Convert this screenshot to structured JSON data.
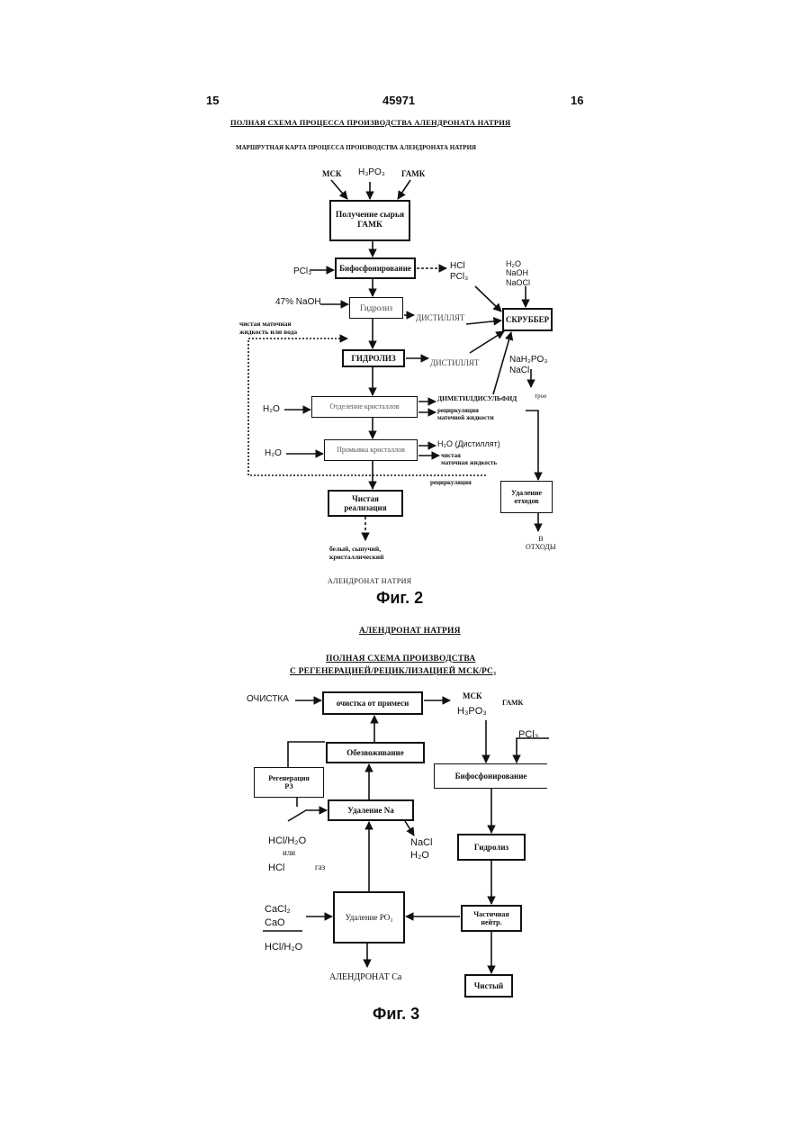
{
  "header": {
    "left_page": "15",
    "doc_number": "45971",
    "right_page": "16"
  },
  "fig2": {
    "title": "ПОЛНАЯ СХЕМА ПРОЦЕССА ПРОИЗВОДСТВА АЛЕНДРОНАТА НАТРИЯ",
    "subtitle": "МАРШРУТНАЯ КАРТА ПРОЦЕССА ПРОИЗВОДСТВА АЛЕНДРОНАТА НАТРИЯ",
    "inputs": [
      "МСК",
      "H₃PO₃",
      "ГАМК"
    ],
    "boxes": {
      "preparation": "Получение сырья ГАМК",
      "bisphosphonation": "Бифосфонирование",
      "hydrolysis": "Гидролиз",
      "filtration": "ГИДРОЛИЗ",
      "crystallization": "Отделение кристаллов",
      "washing": "Промывка кристаллов",
      "final_processing": "Чистая реализация",
      "scrubber": "СКРУББЕР",
      "waste_treatment": "Удаление отходов"
    },
    "labels": {
      "pcl3": "PCl₃",
      "hcl_pcl3": "HCl\nPCl₃",
      "naoh": "47% NaOH",
      "mother_liquor": "чистая маточная\nжидкость или вода",
      "distillation": "ДИСТИЛЛЯТ",
      "distillate2": "ДИСТИЛЛЯТ",
      "scrubber_inputs": "H₂O\nNaOH\nNaOCl",
      "scrubber_outputs": "NaH₂PO₃\nNaCl",
      "waste_a": "ДИМЕТИЛДИСУЛЬФИД",
      "recycled_liquid": "рециркуляция\nматочной жидкости",
      "h2o_1": "H₂O",
      "h2o_2": "H₂O",
      "h2o_distillate": "H₂O (Дистиллят)",
      "clean_mother": "чистая\nматочная жидкость",
      "recirculation": "рециркуляция",
      "sales": "В\nОТХОДЫ",
      "product_desc": "белый, сыпучий,\nкристаллический",
      "product_name": "АЛЕНДРОНАТ НАТРИЯ",
      "side_small": "трое"
    },
    "caption": "Фиг. 2"
  },
  "fig3": {
    "title": "АЛЕНДРОНАТ НАТРИЯ",
    "subtitle_line1": "ПОЛНАЯ СХЕМА ПРОИЗВОДСТВА",
    "subtitle_line2": "С РЕГЕНЕРАЦИЕЙ/РЕЦИКЛИЗАЦИЕЙ МСК/PC₃",
    "boxes": {
      "purification": "очистка от примеси",
      "dehydration": "Обезвоживание",
      "regeneration": "Регенерация\nРЗ",
      "na_removal": "Удаление Na",
      "bisphosphonation": "Бифосфонирование",
      "hydrolysis": "Гидролиз",
      "po_removal": "Удаление PO₃",
      "partial_neutral": "Частичная\nнейтр.",
      "clean": "Чистый"
    },
    "labels": {
      "cleaning": "ОЧИСТКА",
      "msk": "МСК",
      "h3po3": "H₃PO₃",
      "gamk": "ГАМК",
      "pcl3": "PCl₃",
      "hcl_h2o": "HCl/H₂O",
      "or": "или",
      "hcl": "HCl",
      "gas": "газ",
      "nacl": "NaCl",
      "h2o": "H₂O",
      "cacl2": "CaCl₂",
      "cao": "CaO",
      "hcl_h2o_2": "HCl/H₂O",
      "alendronate_ca": "АЛЕНДРОНАТ Ca"
    },
    "caption": "Фиг. 3"
  }
}
